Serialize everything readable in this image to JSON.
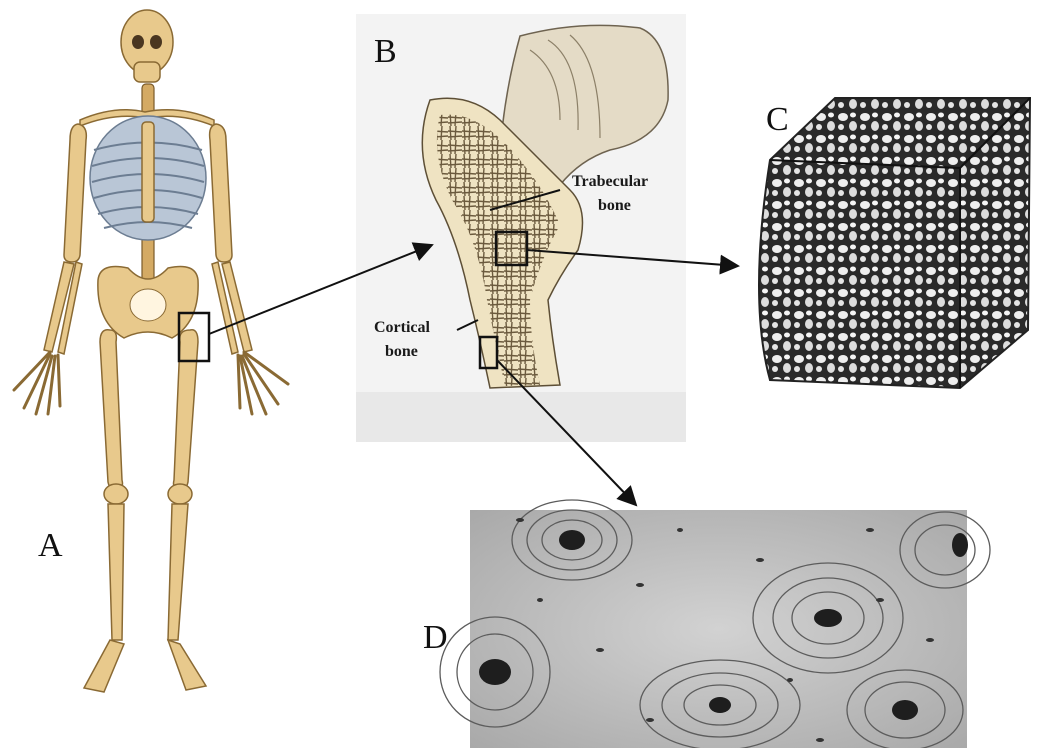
{
  "panels": {
    "a": {
      "letter": "A"
    },
    "b": {
      "letter": "B",
      "trabecular_label_line1": "Trabecular",
      "trabecular_label_line2": "bone",
      "cortical_label_line1": "Cortical",
      "cortical_label_line2": "bone"
    },
    "c": {
      "letter": "C"
    },
    "d": {
      "letter": "D"
    }
  },
  "colors": {
    "bone": "#e8c98c",
    "ribs": "#b9c6d6",
    "femur_cross_section": "#efe3c2",
    "trabecular_texture": "#6b5a3e",
    "micro_ct": "#2a2a2a",
    "histology_bg": "#bdbdbd"
  }
}
